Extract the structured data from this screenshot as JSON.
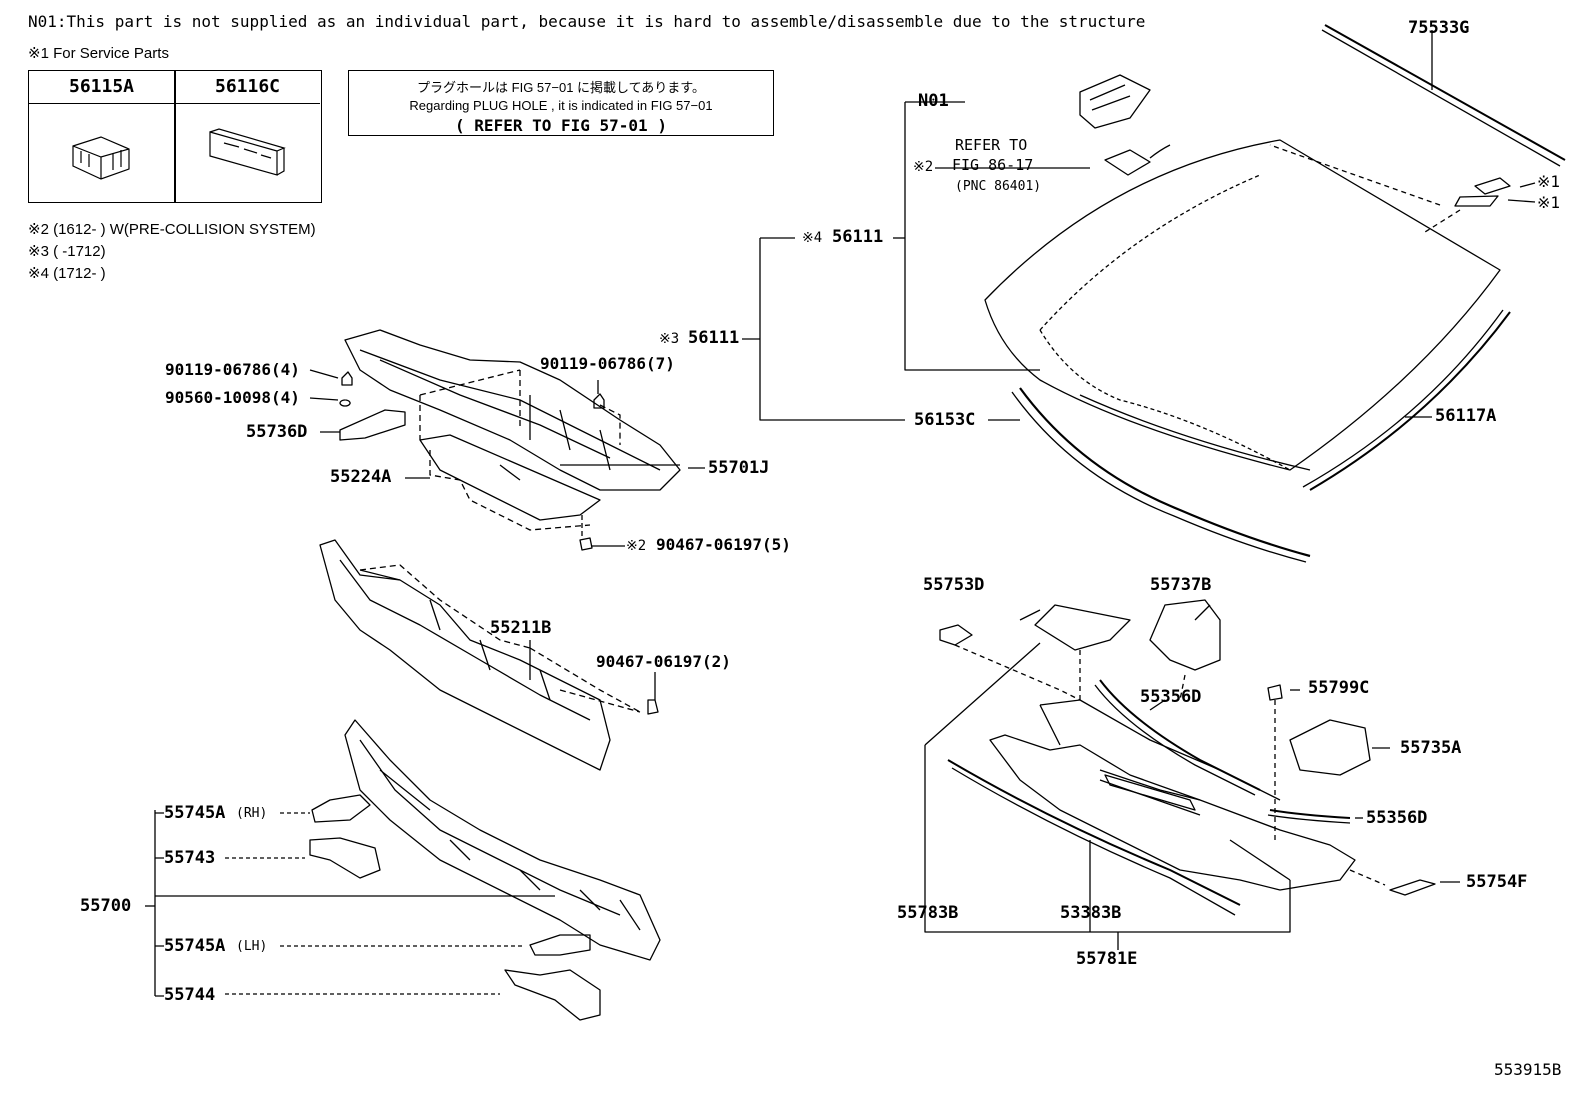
{
  "header_note": "N01:This part is not supplied as an individual part, because it is hard to assemble/disassemble due to the structure",
  "service_parts": {
    "title": "※1 For Service Parts",
    "columns": [
      "56115A",
      "56116C"
    ]
  },
  "reference_box": {
    "line1": "プラグホールは FIG 57−01 に掲載してあります。",
    "line2": "Regarding  PLUG  HOLE , it is indicated in FIG  57−01",
    "line3": "( REFER TO FIG 57-01 )"
  },
  "legend_notes": [
    "※2 (1612-      ) W(PRE-COLLISION SYSTEM)",
    "※3 (      -1712)",
    "※4 (1712-      )"
  ],
  "callouts": {
    "p75533G": "75533G",
    "pN01": "N01",
    "refer_to": "REFER TO",
    "fig86": "FIG 86-17",
    "pnc": "(PNC 86401)",
    "mark2a": "※2",
    "mark1a": "※1",
    "mark1b": "※1",
    "p56111_4": "56111",
    "mark4": "※4",
    "p56111_3": "56111",
    "mark3": "※3",
    "p56153C": "56153C",
    "p56117A": "56117A",
    "b90119a": "90119-06786(4)",
    "b90560": "90560-10098(4)",
    "p55736D": "55736D",
    "b90119b": "90119-06786(7)",
    "p55224A": "55224A",
    "p55701J": "55701J",
    "mark2b": "※2",
    "b90467a": "90467-06197(5)",
    "p55211B": "55211B",
    "b90467b": "90467-06197(2)",
    "p55753D": "55753D",
    "p55737B": "55737B",
    "p55356D_a": "55356D",
    "p55799C": "55799C",
    "p55735A": "55735A",
    "p55356D_b": "55356D",
    "p55754F": "55754F",
    "p55783B": "55783B",
    "p53383B": "53383B",
    "p55781E": "55781E",
    "p55745A_rh": "55745A",
    "rh": "(RH)",
    "p55743": "55743",
    "p55700": "55700",
    "p55745A_lh": "55745A",
    "lh": "(LH)",
    "p55744": "55744",
    "figure_id": "553915B"
  }
}
